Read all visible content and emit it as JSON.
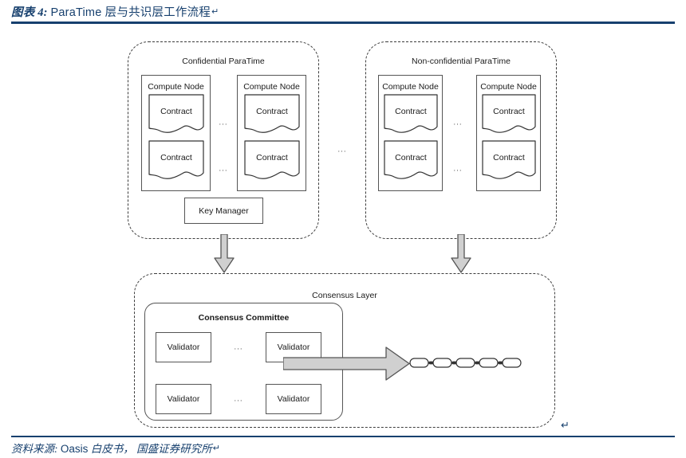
{
  "figure": {
    "title_label": "图表 4:",
    "title_text": "ParaTime 层与共识层工作流程",
    "title_mark": "↵",
    "source_label": "资料来源:",
    "source_text_a": "Oasis",
    "source_text_b": "白皮书，",
    "source_text_c": "国盛证券研究所",
    "source_mark": "↵",
    "accent_color": "#17406e"
  },
  "diagram": {
    "trailing_mark": "↵",
    "ellipsis": "...",
    "paratimes": [
      {
        "title": "Confidential ParaTime",
        "compute_nodes": [
          {
            "label": "Compute Node",
            "contracts": [
              "Contract",
              "Contract"
            ]
          },
          {
            "label": "Compute Node",
            "contracts": [
              "Contract",
              "Contract"
            ]
          }
        ],
        "key_manager": "Key Manager"
      },
      {
        "title": "Non-confidential ParaTime",
        "compute_nodes": [
          {
            "label": "Compute Node",
            "contracts": [
              "Contract",
              "Contract"
            ]
          },
          {
            "label": "Compute Node",
            "contracts": [
              "Contract",
              "Contract"
            ]
          }
        ],
        "key_manager": null
      }
    ],
    "consensus": {
      "layer_title": "Consensus Layer",
      "committee_title": "Consensus Committee",
      "validators": [
        "Validator",
        "Validator",
        "Validator",
        "Validator"
      ]
    },
    "colors": {
      "stroke": "#3c3c3c",
      "box_stroke": "#555555",
      "arrow_fill": "#d0d0d0",
      "arrow_stroke": "#555555"
    }
  }
}
